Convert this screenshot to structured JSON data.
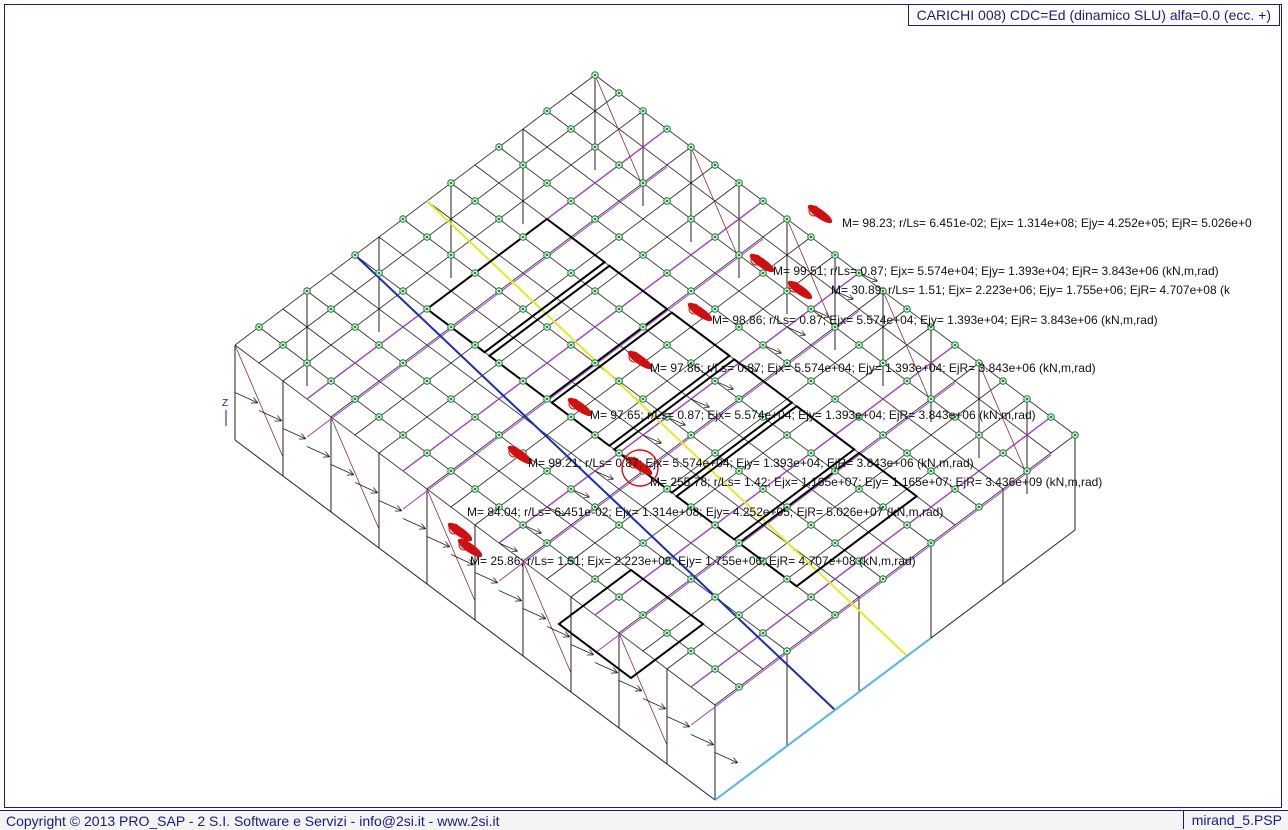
{
  "header": {
    "title": "CARICHI   008) CDC=Ed (dinamico SLU) alfa=0.0 (ecc. +)"
  },
  "status_bar": {
    "copyright": "Copyright © 2013 PRO_SAP - 2 S.I. Software e Servizi - info@2si.it - www.2si.it",
    "filename": "mirand_5.PSP"
  },
  "annotations": [
    "M= 98.23; r/Ls= 6.451e-02; Ejx= 1.314e+08; Ejy= 4.252e+05; EjR= 5.026e+0",
    "M= 99.51; r/Ls= 0.87; Ejx= 5.574e+04; Ejy= 1.393e+04; EjR= 3.843e+06  (kN,m,rad)",
    "M= 30.89; r/Ls= 1.51; Ejx= 2.223e+06; Ejy= 1.755e+06; EjR= 4.707e+08  (k",
    "M= 98.86; r/Ls= 0.87; Ejx= 5.574e+04; Ejy= 1.393e+04; EjR= 3.843e+06  (kN,m,rad)",
    "M= 97.86; r/Ls= 0.87; Ejx= 5.574e+04; Ejy= 1.393e+04; EjR= 3.843e+06  (kN,m,rad)",
    "M= 97.65; r/Ls= 0.87; Ejx= 5.574e+04; Ejy= 1.393e+04; EjR= 3.843e+06  (kN,m,rad)",
    "M= 99.21; r/Ls= 0.87; Ejx= 5.574e+04; Ejy= 1.393e+04; EjR= 3.843e+06  (kN,m,rad)",
    "M= 255.78; r/Ls= 1.42; Ejx= 1.165e+07; Ejy= 1.165e+07; EjR= 3.436e+09  (kN,m,rad)",
    "M= 84.04; r/Ls= 6.451e-02; Ejx= 1.314e+08; Ejy= 4.252e+05; EjR= 5.026e+07  (kN,m,rad)",
    "M= 25.86; r/Ls= 1.51; Ejx= 2.223e+06; Ejy= 1.755e+06; EjR= 4.707e+08  (kN,m,rad)"
  ],
  "axis_label": "Z",
  "colors": {
    "frame": "#1a1a8c",
    "beam": "#222222",
    "brace": "#a040c0",
    "tie": "#8b2f2f",
    "highlight_yellow": "#e6e62a",
    "highlight_blue": "#1a2fb0",
    "highlight_cyan": "#4fb8d6",
    "node": "#1f8a3a",
    "hinge": "#d01010"
  },
  "icons": {
    "node": "green-node-icon",
    "hinge": "red-plastic-hinge-icon",
    "load_arrow": "load-arrow-icon"
  }
}
